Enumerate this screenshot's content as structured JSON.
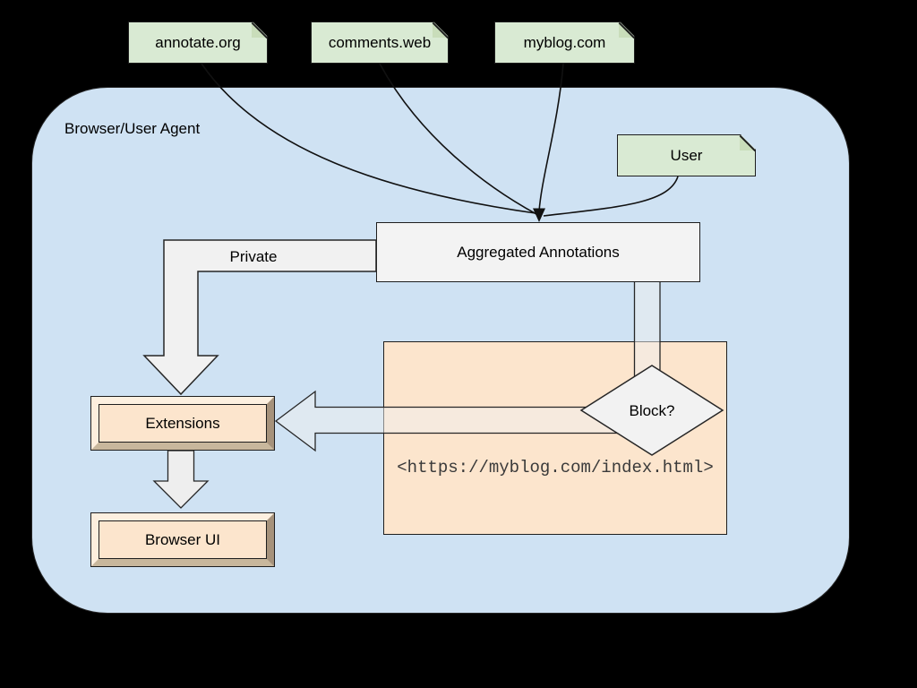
{
  "diagram": {
    "external_nodes": [
      {
        "label": "annotate.org"
      },
      {
        "label": "comments.web"
      },
      {
        "label": "myblog.com"
      }
    ],
    "container": {
      "label": "Browser/User Agent"
    },
    "user_node": {
      "label": "User"
    },
    "aggregated_node": {
      "label": "Aggregated Annotations"
    },
    "private_flow": {
      "label": "Private"
    },
    "extensions_node": {
      "label": "Extensions"
    },
    "browser_ui_node": {
      "label": "Browser UI"
    },
    "decision_node": {
      "label": "Block?"
    },
    "url_note": {
      "label": "<https://myblog.com/index.html>"
    },
    "colors": {
      "background": "#000000",
      "container_fill": "#cfe2f3",
      "note_fill": "#d9ead3",
      "panel_fill": "#fce5cd",
      "box_fill": "#f3f3f3",
      "bevel_dark": "#a6927b",
      "line": "#1e1e1e"
    }
  }
}
